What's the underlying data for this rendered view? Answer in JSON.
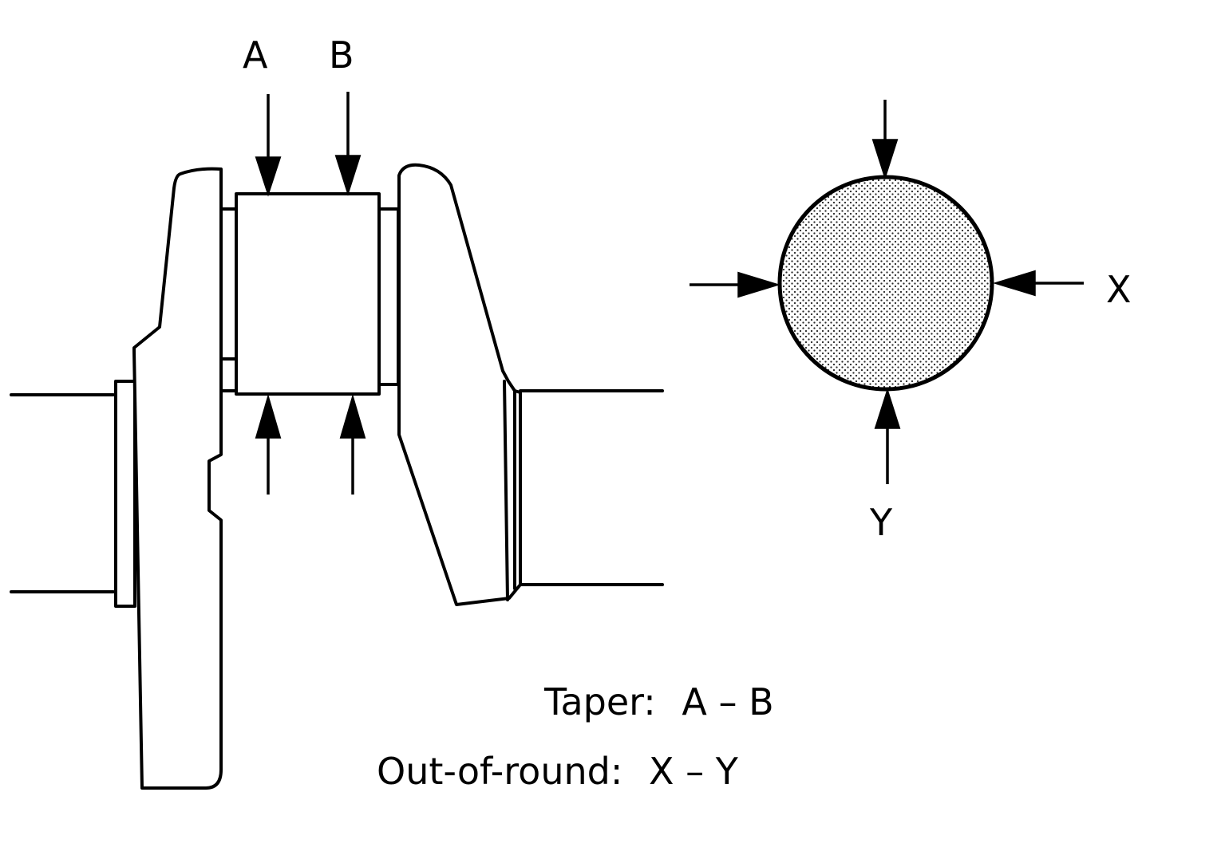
{
  "labels": {
    "a": "A",
    "b": "B",
    "x": "X",
    "y": "Y"
  },
  "formulas": {
    "taper_label": "Taper:",
    "taper_expr": "A – B",
    "oor_label": "Out-of-round:",
    "oor_expr": "X – Y"
  },
  "colors": {
    "ink": "#000000",
    "paper": "#ffffff",
    "shading": "#a0a0a0"
  }
}
